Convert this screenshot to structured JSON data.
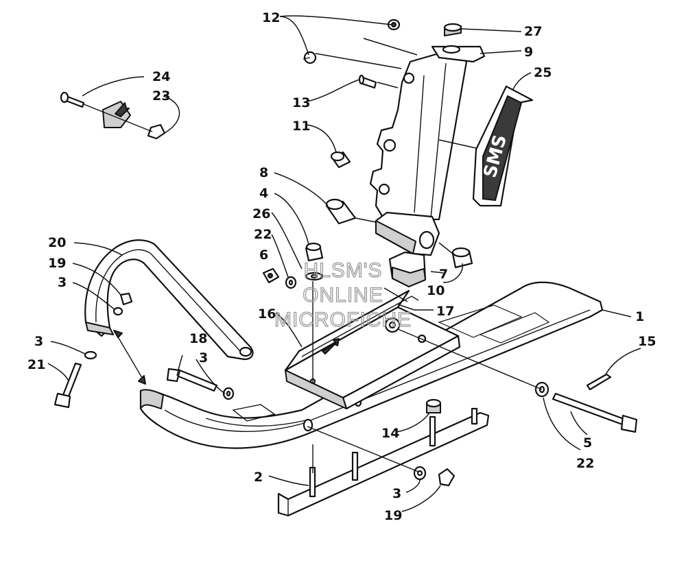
{
  "labels": {
    "l1": "1",
    "l2": "2",
    "l3a": "3",
    "l3b": "3",
    "l3c": "3",
    "l3d": "3",
    "l4": "4",
    "l5": "5",
    "l6": "6",
    "l7": "7",
    "l8": "8",
    "l9": "9",
    "l10": "10",
    "l11": "11",
    "l12": "12",
    "l13": "13",
    "l14": "14",
    "l15": "15",
    "l16": "16",
    "l17": "17",
    "l18": "18",
    "l19a": "19",
    "l19b": "19",
    "l20": "20",
    "l21": "21",
    "l22a": "22",
    "l22b": "22",
    "l23": "23",
    "l24": "24",
    "l25": "25",
    "l26": "26",
    "l27": "27"
  },
  "watermark": {
    "line1": "HLSM'S",
    "line2": "ONLINE",
    "line3": "MICROFICHE"
  },
  "decal_text": "SMS"
}
